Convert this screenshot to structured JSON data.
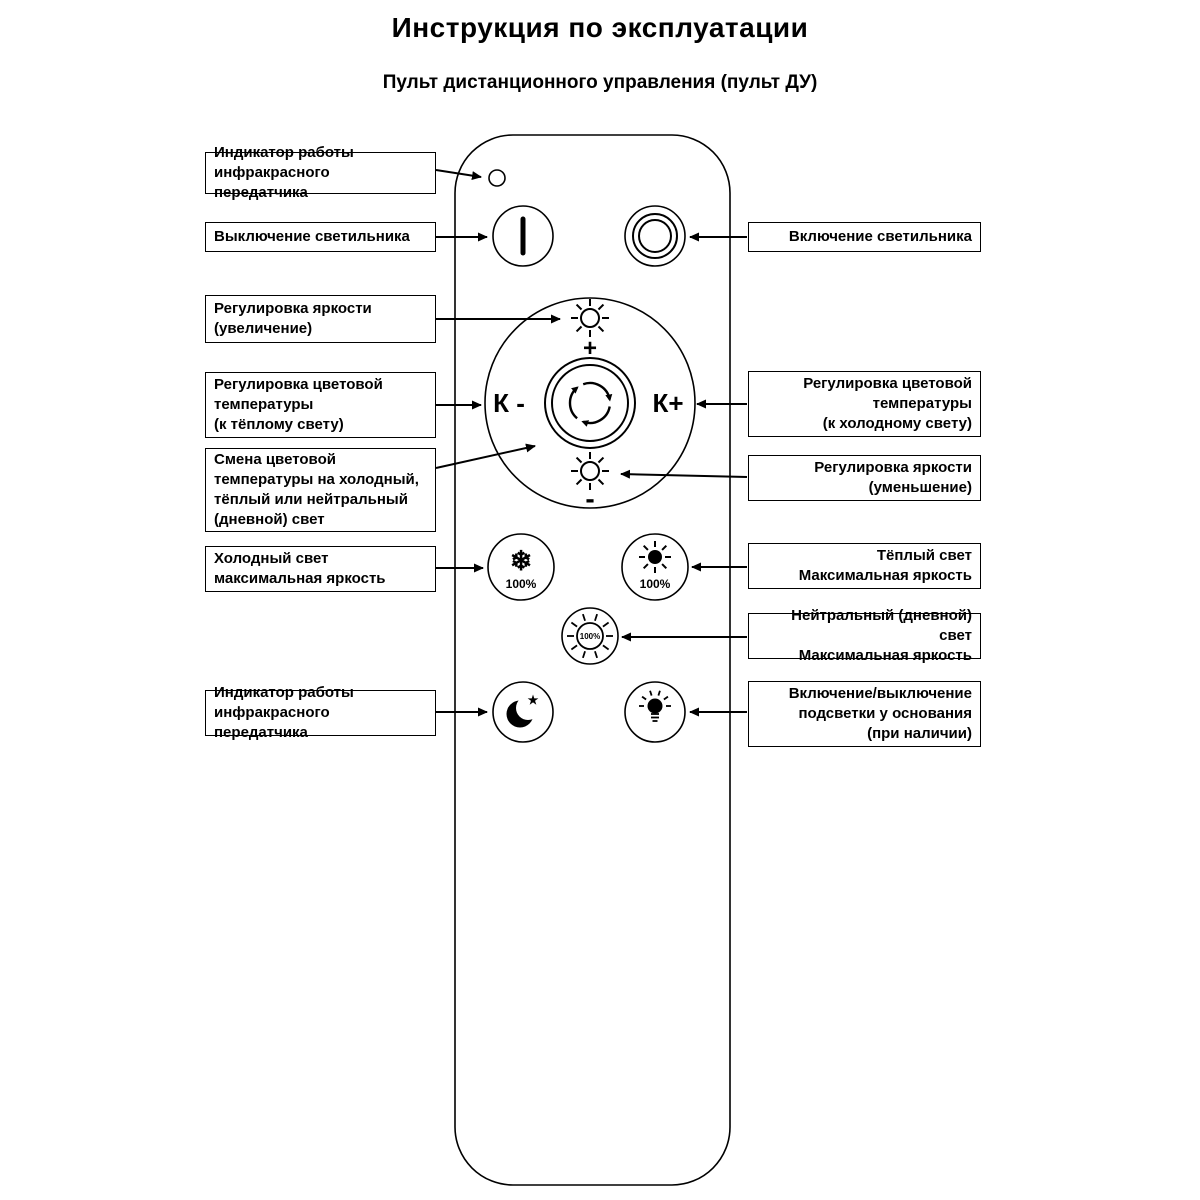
{
  "title": "Инструкция по эксплуатации",
  "subtitle": "Пульт дистанционного управления (пульт ДУ)",
  "remote": {
    "k_minus": "К -",
    "k_plus": "К+",
    "brightness_plus": "+",
    "brightness_minus": "-",
    "cold_percent": "100%",
    "warm_percent": "100%",
    "neutral_percent": "100%",
    "snowflake_icon": "❄",
    "star_icon": "★"
  },
  "labels_left": [
    {
      "text": "Индикатор работы\nинфракрасного передатчика"
    },
    {
      "text": "Выключение светильника"
    },
    {
      "text": "Регулировка яркости\n(увеличение)"
    },
    {
      "text": "Регулировка цветовой\nтемпературы\n(к тёплому свету)"
    },
    {
      "text": "Смена цветовой\nтемпературы на холодный,\nтёплый или нейтральный\n(дневной) свет"
    },
    {
      "text": "Холодный свет\nмаксимальная яркость"
    },
    {
      "text": "Индикатор работы\nинфракрасного передатчика"
    }
  ],
  "labels_right": [
    {
      "text": "Включение светильника"
    },
    {
      "text": "Регулировка цветовой\nтемпературы\n(к холодному свету)"
    },
    {
      "text": "Регулировка яркости\n(уменьшение)"
    },
    {
      "text": "Тёплый свет\nМаксимальная яркость"
    },
    {
      "text": "Нейтральный (дневной) свет\nМаксимальная яркость"
    },
    {
      "text": "Включение/выключение\nподсветки у основания\n(при наличии)"
    }
  ]
}
